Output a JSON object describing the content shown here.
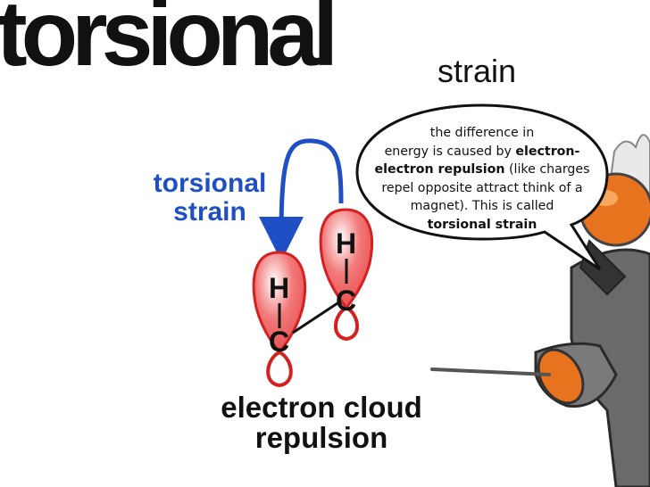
{
  "title": {
    "main": "torsional",
    "sub": "strain"
  },
  "side_label": {
    "line1": "torsional",
    "line2": "strain"
  },
  "bottom_label": {
    "line1": "electron cloud",
    "line2": "repulsion"
  },
  "speech_bubble": {
    "line1": "the difference in",
    "line2a": "energy is caused by ",
    "line2b": "electron-",
    "line3a": "electron repulsion",
    "line3b": " (like charges",
    "line4": "repel opposite attract think of a",
    "line5": "magnet). This is called",
    "line6": "torsional strain"
  },
  "atoms": {
    "front_h": "H",
    "front_c": "C",
    "back_h": "H",
    "back_c": "C"
  },
  "colors": {
    "lobe_fill": "#f06060",
    "lobe_stroke": "#d61f1f",
    "arrow": "#1f4fc4",
    "character_gray": "#6a6a6a",
    "character_orange": "#e8731e"
  },
  "icons": [
    "curved-arrow-icon",
    "professor-character-icon"
  ]
}
